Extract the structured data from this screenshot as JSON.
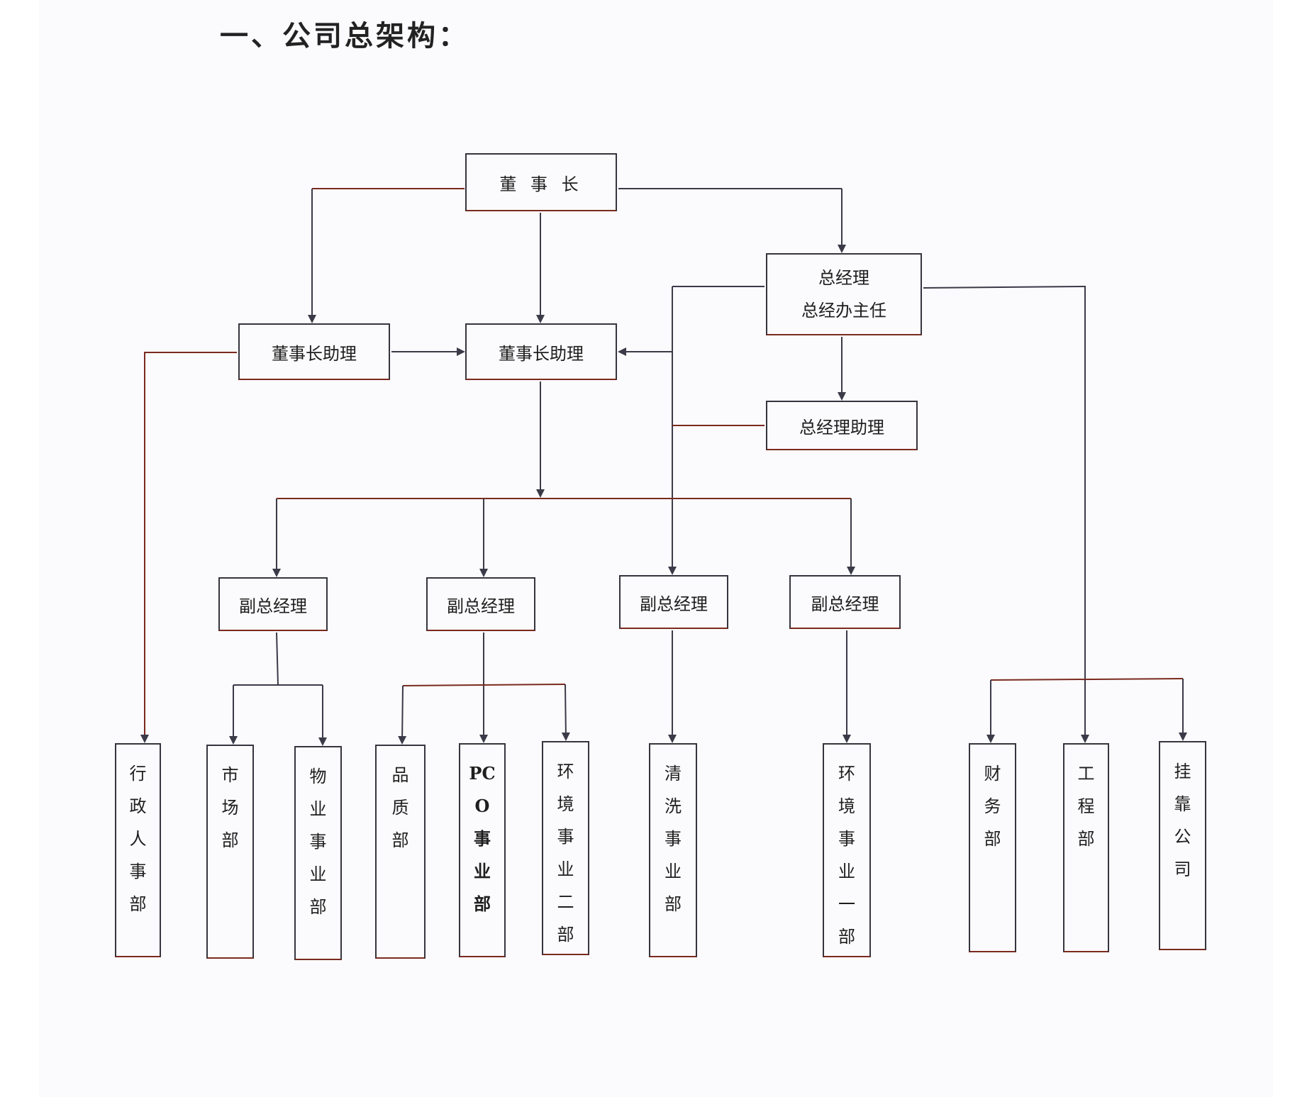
{
  "title": "一、公司总架构：",
  "colors": {
    "line": "#3a3a48",
    "accent_line": "#7a2a1e",
    "box_border": "#35353f",
    "paper": "#fbfafc"
  },
  "nodes": {
    "chairman": {
      "label": "董 事 长"
    },
    "chairman_assistant_left": {
      "label": "董事长助理"
    },
    "chairman_assistant_center": {
      "label": "董事长助理"
    },
    "general_manager": {
      "line1": "总经理",
      "line2": "总经办主任"
    },
    "gm_assistant": {
      "label": "总经理助理"
    },
    "vp_1": {
      "label": "副总经理"
    },
    "vp_2": {
      "label": "副总经理"
    },
    "vp_3": {
      "label": "副总经理"
    },
    "vp_4": {
      "label": "副总经理"
    },
    "admin_hr": {
      "label": "行政人事部"
    },
    "market": {
      "label": "市场部"
    },
    "property": {
      "label": "物业事业部"
    },
    "quality": {
      "label": "品质部"
    },
    "pco": {
      "label": "PCO事业部"
    },
    "env_2": {
      "label": "环境事业二部"
    },
    "cleaning": {
      "label": "清洗事业部"
    },
    "env_1": {
      "label": "环境事业一部"
    },
    "finance": {
      "label": "财务部"
    },
    "engineering": {
      "label": "工程部"
    },
    "affiliate": {
      "label": "挂靠公司"
    }
  }
}
